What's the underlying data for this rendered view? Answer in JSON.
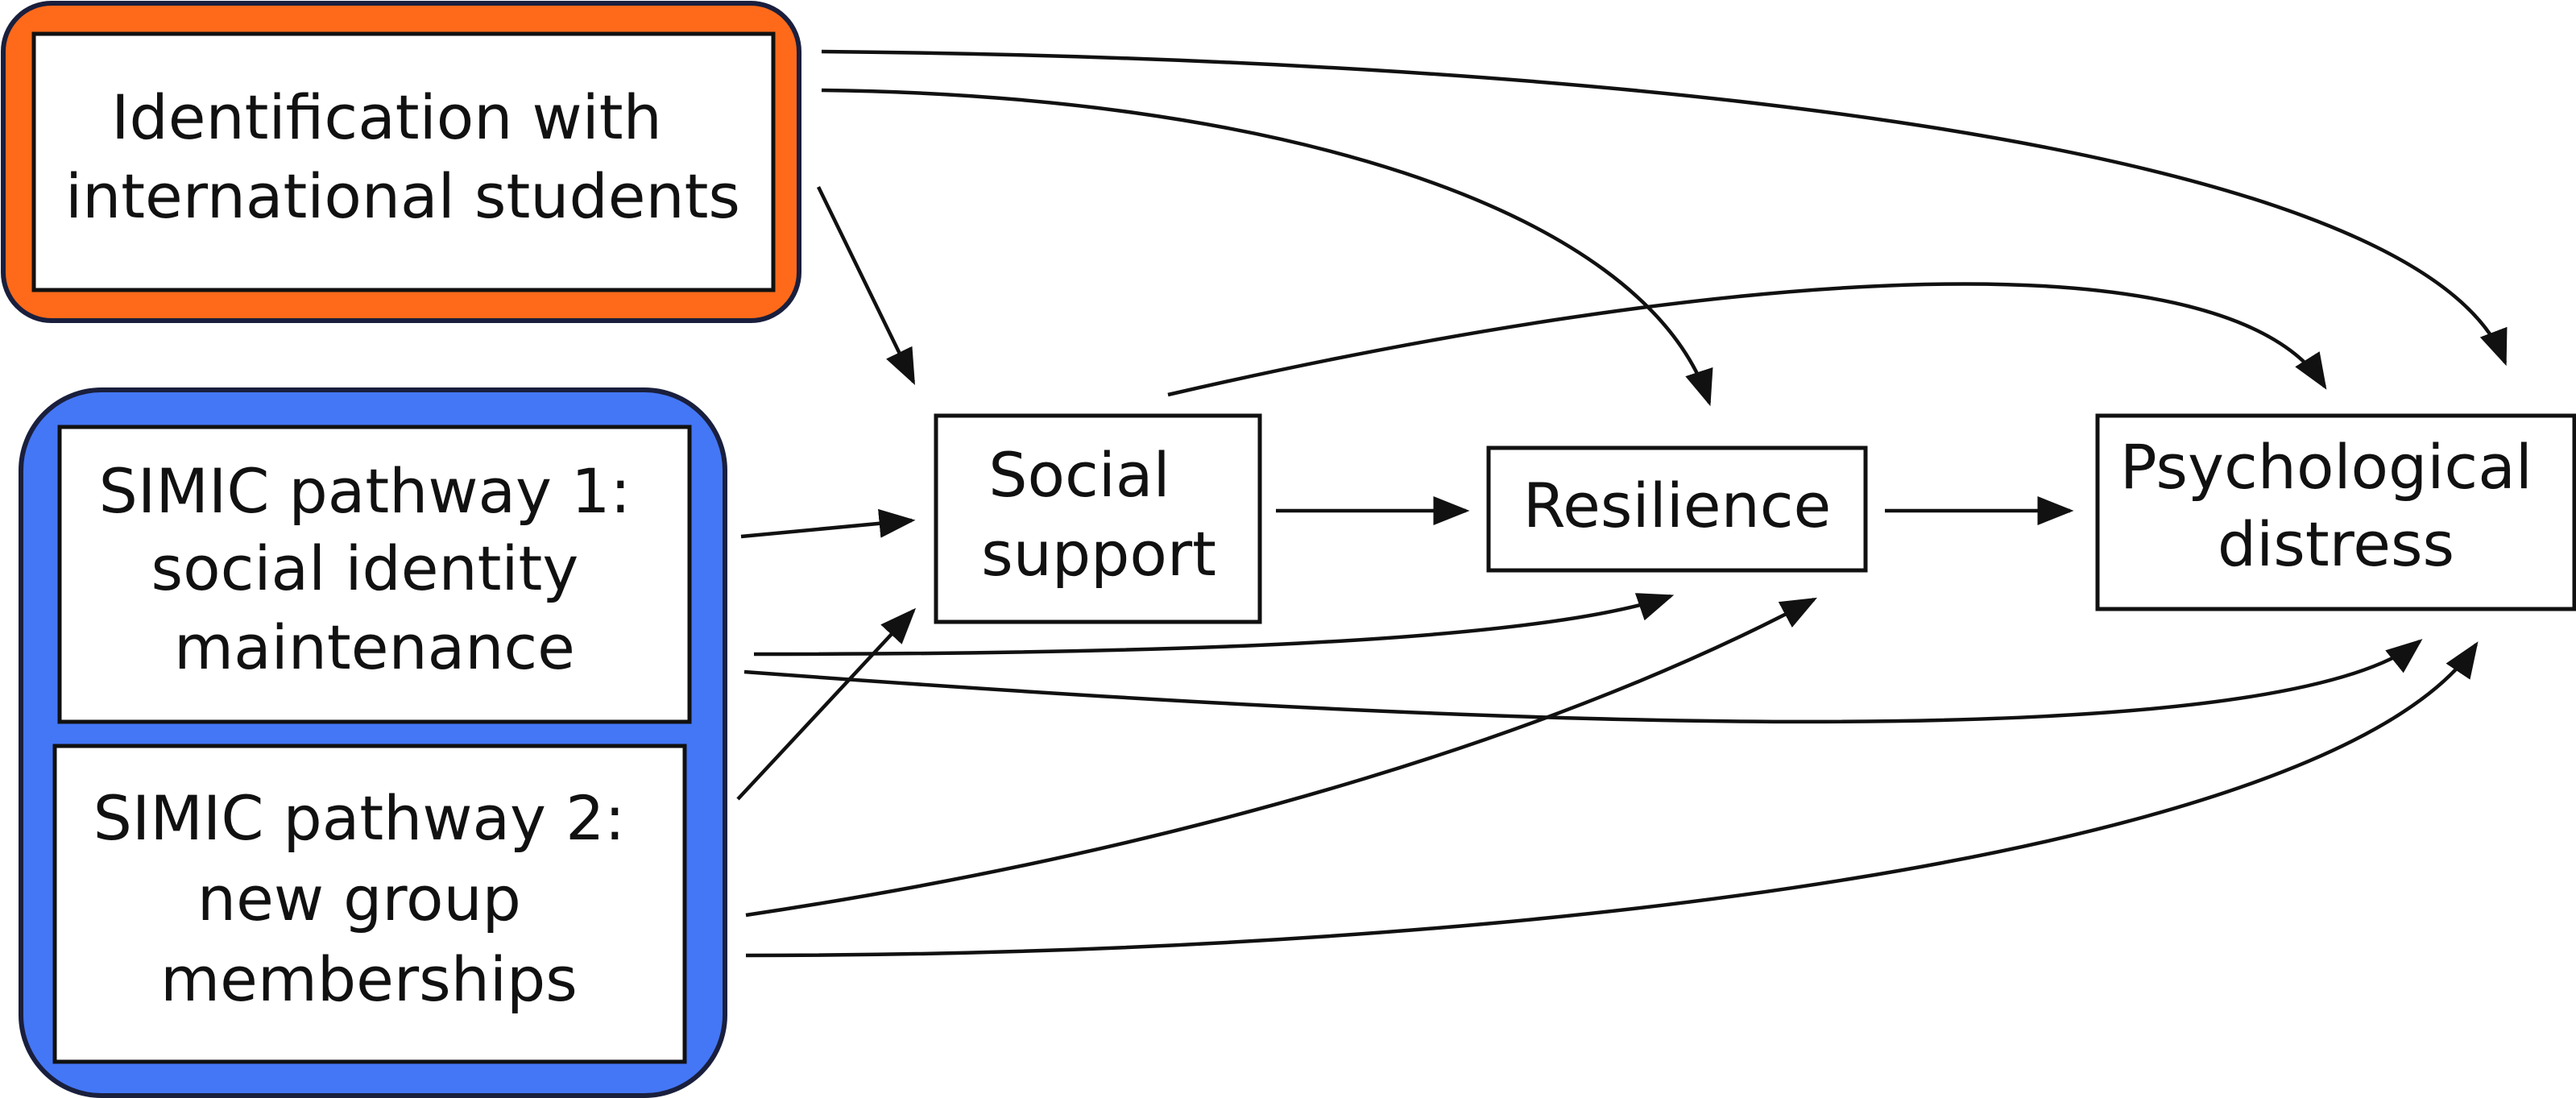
{
  "colors": {
    "identification_group": "#ff6a1a",
    "simic_group": "#4477f6",
    "frame_stroke": "#1a1f3d",
    "line": "#111111",
    "background": "#ffffff"
  },
  "nodes": {
    "identification": {
      "line1": "Identification with",
      "line2": "international students"
    },
    "simic_pathway_1": {
      "line1": "SIMIC pathway 1:",
      "line2": "social identity",
      "line3": "maintenance"
    },
    "simic_pathway_2": {
      "line1": "SIMIC pathway 2:",
      "line2": "new group",
      "line3": "memberships"
    },
    "social_support": {
      "line1": "Social",
      "line2": "support"
    },
    "resilience": {
      "line1": "Resilience"
    },
    "psychological_distress": {
      "line1": "Psychological",
      "line2": "distress"
    }
  },
  "edges": [
    {
      "from": "Identification with international students",
      "to": "Social support"
    },
    {
      "from": "Identification with international students",
      "to": "Resilience"
    },
    {
      "from": "Identification with international students",
      "to": "Psychological distress"
    },
    {
      "from": "SIMIC pathway 1: social identity maintenance",
      "to": "Social support"
    },
    {
      "from": "SIMIC pathway 1: social identity maintenance",
      "to": "Resilience"
    },
    {
      "from": "SIMIC pathway 1: social identity maintenance",
      "to": "Psychological distress"
    },
    {
      "from": "SIMIC pathway 2: new group memberships",
      "to": "Social support"
    },
    {
      "from": "SIMIC pathway 2: new group memberships",
      "to": "Resilience"
    },
    {
      "from": "SIMIC pathway 2: new group memberships",
      "to": "Psychological distress"
    },
    {
      "from": "Social support",
      "to": "Resilience"
    },
    {
      "from": "Social support",
      "to": "Psychological distress"
    },
    {
      "from": "Resilience",
      "to": "Psychological distress"
    }
  ]
}
